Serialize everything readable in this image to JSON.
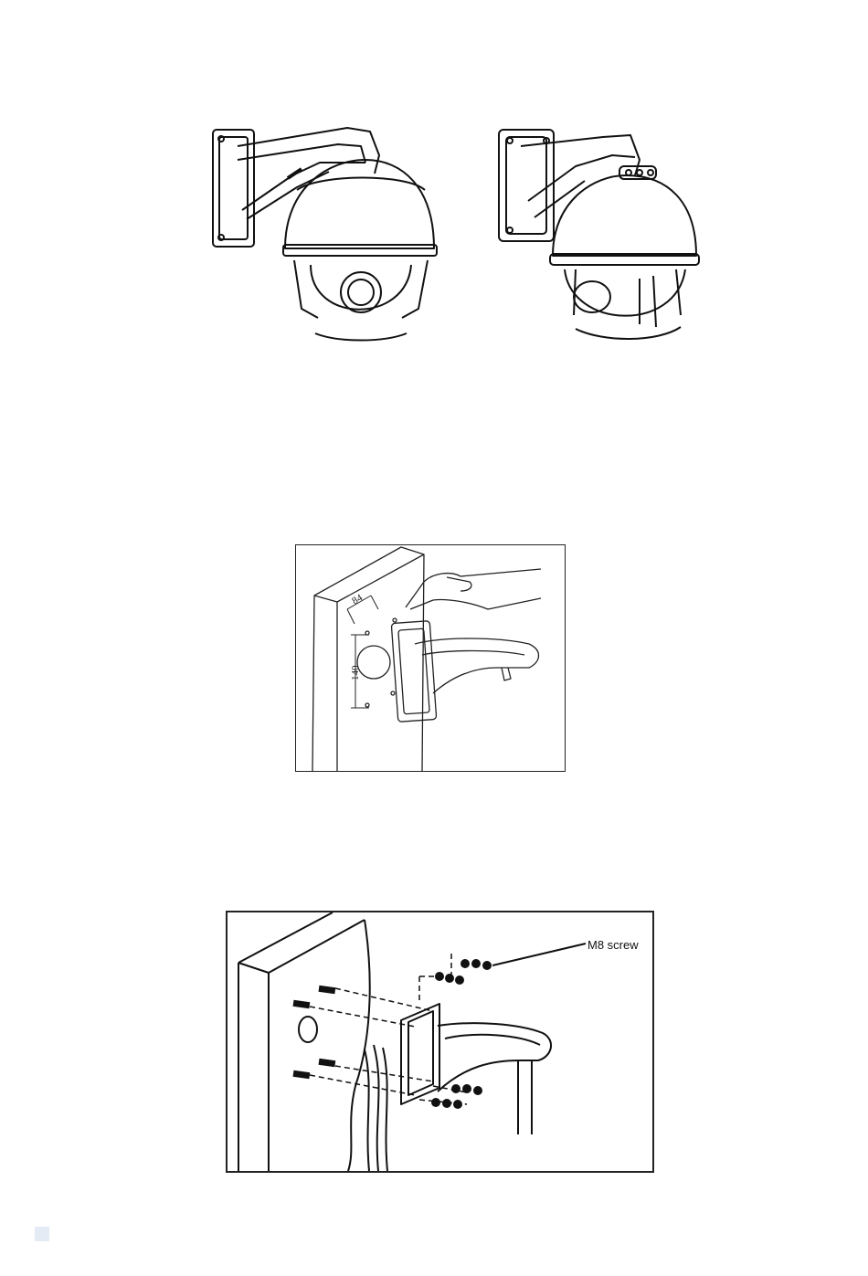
{
  "figure_wall_mount": {
    "dimension_width": "84",
    "dimension_height": "140"
  },
  "figure_screw_mount": {
    "callout_label": "M8 screw"
  }
}
